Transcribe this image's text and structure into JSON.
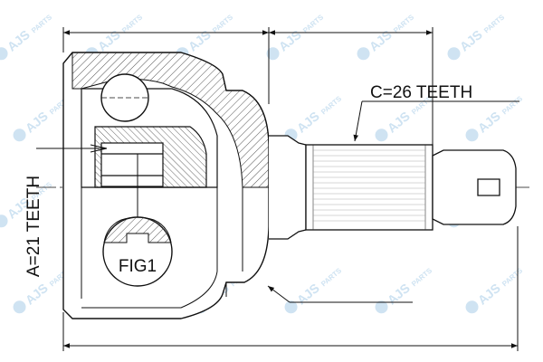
{
  "diagram": {
    "label_c": "C=26 TEETH",
    "label_a": "A=21 TEETH",
    "label_fig": "FIG1"
  },
  "watermark": {
    "brand": "AJS",
    "suffix": "PARTS",
    "color": "#cfe3f2"
  },
  "colors": {
    "line": "#111111",
    "hatch": "#444444",
    "background": "#ffffff"
  }
}
